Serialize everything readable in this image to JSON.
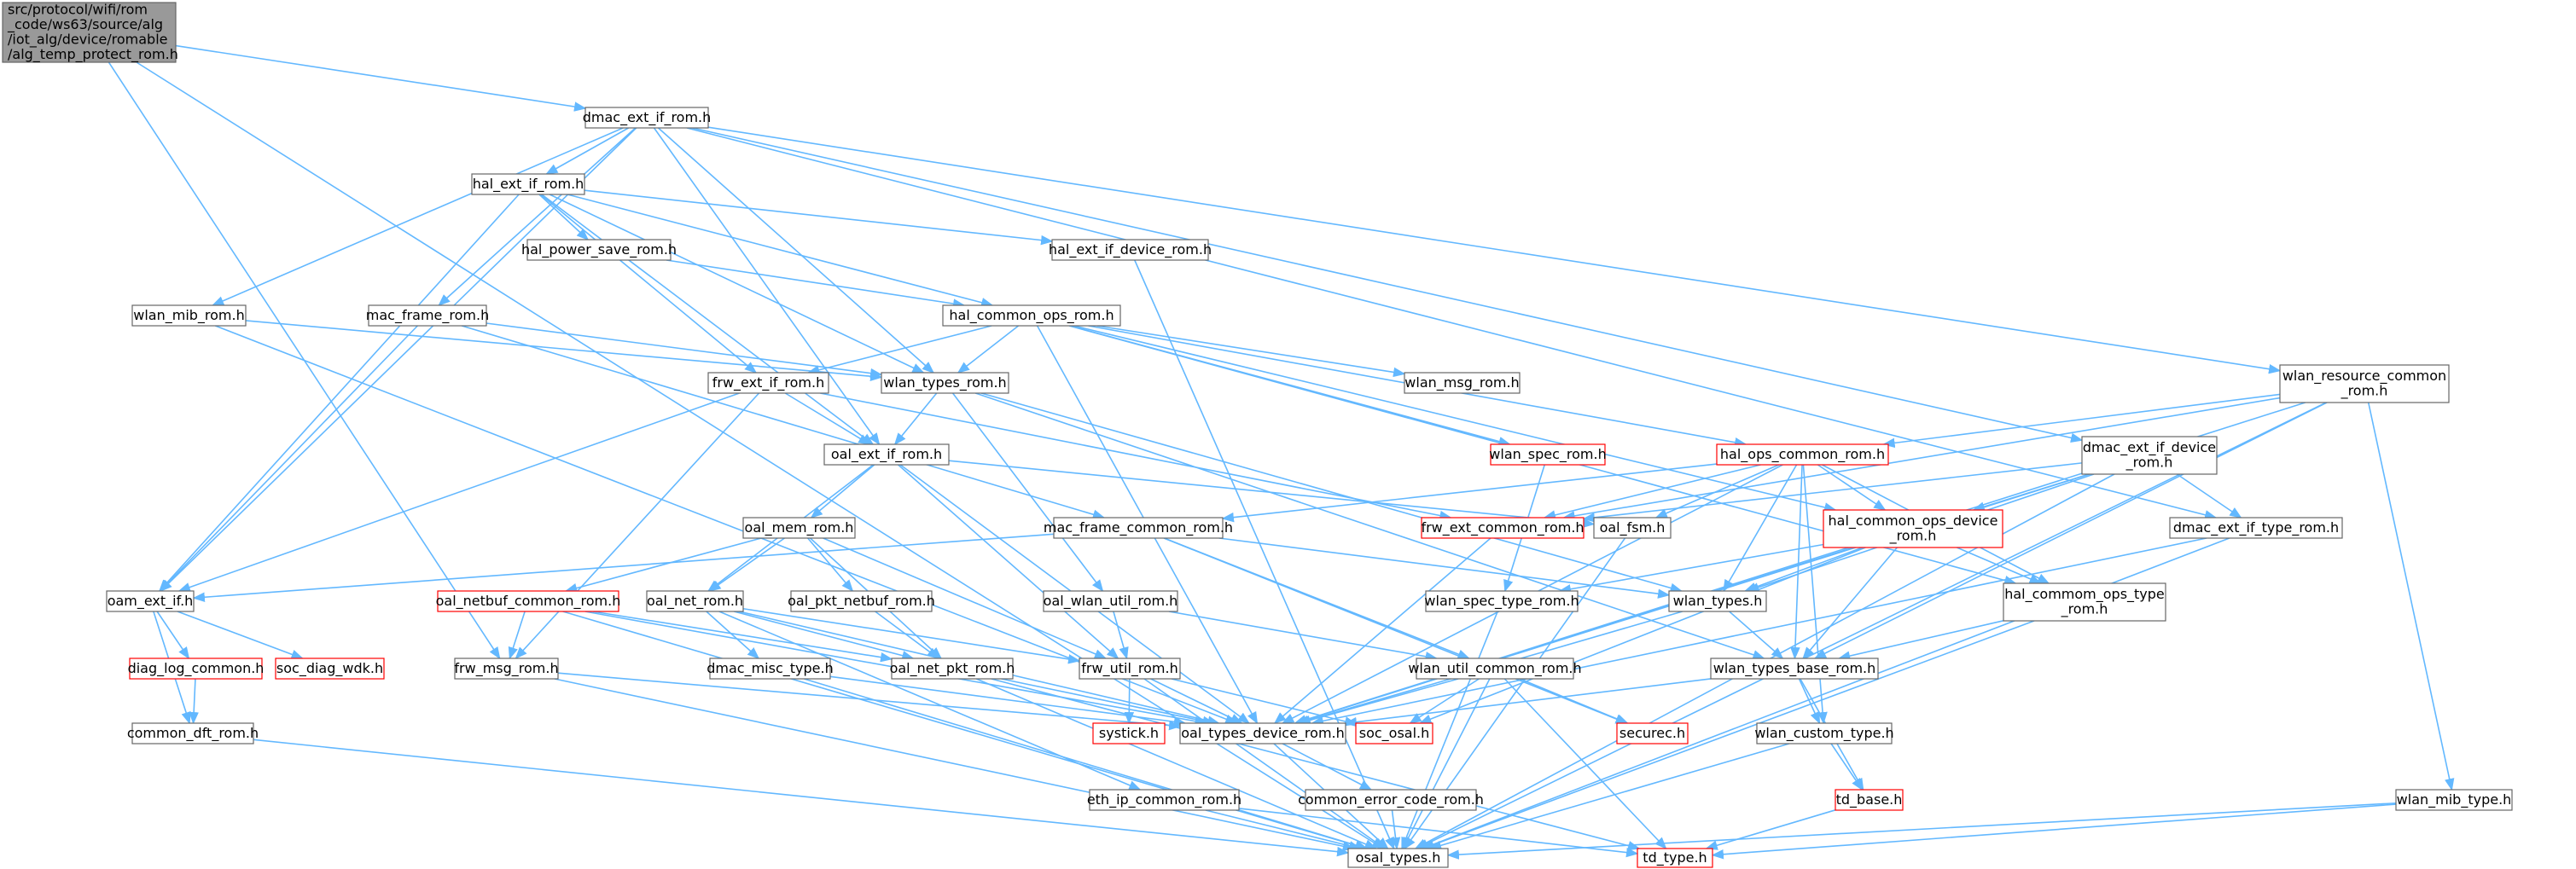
{
  "colors": {
    "edge": "#63b8ff",
    "box_border": "#666666",
    "box_border_truncated": "#ff0000",
    "root_fill": "#999999"
  },
  "nodes": [
    {
      "id": "root",
      "lines": [
        "src/protocol/wifi/rom",
        "_code/ws63/source/alg",
        "/iot_alg/device/romable",
        "/alg_temp_protect_rom.h"
      ],
      "style": "root"
    },
    {
      "id": "dmac_ext_if_rom",
      "lines": [
        "dmac_ext_if_rom.h"
      ]
    },
    {
      "id": "hal_ext_if_rom",
      "lines": [
        "hal_ext_if_rom.h"
      ]
    },
    {
      "id": "hal_power_save_rom",
      "lines": [
        "hal_power_save_rom.h"
      ]
    },
    {
      "id": "hal_ext_if_device_rom",
      "lines": [
        "hal_ext_if_device_rom.h"
      ]
    },
    {
      "id": "wlan_mib_rom",
      "lines": [
        "wlan_mib_rom.h"
      ]
    },
    {
      "id": "mac_frame_rom",
      "lines": [
        "mac_frame_rom.h"
      ]
    },
    {
      "id": "hal_common_ops_rom",
      "lines": [
        "hal_common_ops_rom.h"
      ]
    },
    {
      "id": "frw_ext_if_rom",
      "lines": [
        "frw_ext_if_rom.h"
      ]
    },
    {
      "id": "wlan_types_rom",
      "lines": [
        "wlan_types_rom.h"
      ]
    },
    {
      "id": "wlan_msg_rom",
      "lines": [
        "wlan_msg_rom.h"
      ]
    },
    {
      "id": "wlan_resource_common_rom",
      "lines": [
        "wlan_resource_common",
        "_rom.h"
      ]
    },
    {
      "id": "oal_ext_if_rom",
      "lines": [
        "oal_ext_if_rom.h"
      ]
    },
    {
      "id": "wlan_spec_rom",
      "lines": [
        "wlan_spec_rom.h"
      ],
      "style": "red"
    },
    {
      "id": "hal_ops_common_rom",
      "lines": [
        "hal_ops_common_rom.h"
      ],
      "style": "red"
    },
    {
      "id": "dmac_ext_if_device_rom",
      "lines": [
        "dmac_ext_if_device",
        "_rom.h"
      ]
    },
    {
      "id": "oal_mem_rom",
      "lines": [
        "oal_mem_rom.h"
      ]
    },
    {
      "id": "mac_frame_common_rom",
      "lines": [
        "mac_frame_common_rom.h"
      ]
    },
    {
      "id": "frw_ext_common_rom",
      "lines": [
        "frw_ext_common_rom.h"
      ],
      "style": "red"
    },
    {
      "id": "oal_fsm",
      "lines": [
        "oal_fsm.h"
      ]
    },
    {
      "id": "hal_common_ops_device_rom",
      "lines": [
        "hal_common_ops_device",
        "_rom.h"
      ],
      "style": "red"
    },
    {
      "id": "dmac_ext_if_type_rom",
      "lines": [
        "dmac_ext_if_type_rom.h"
      ]
    },
    {
      "id": "oam_ext_if",
      "lines": [
        "oam_ext_if.h"
      ]
    },
    {
      "id": "oal_netbuf_common_rom",
      "lines": [
        "oal_netbuf_common_rom.h"
      ],
      "style": "red"
    },
    {
      "id": "oal_net_rom",
      "lines": [
        "oal_net_rom.h"
      ]
    },
    {
      "id": "oal_pkt_netbuf_rom",
      "lines": [
        "oal_pkt_netbuf_rom.h"
      ]
    },
    {
      "id": "oal_wlan_util_rom",
      "lines": [
        "oal_wlan_util_rom.h"
      ]
    },
    {
      "id": "wlan_spec_type_rom",
      "lines": [
        "wlan_spec_type_rom.h"
      ]
    },
    {
      "id": "wlan_types",
      "lines": [
        "wlan_types.h"
      ]
    },
    {
      "id": "hal_commom_ops_type_rom",
      "lines": [
        "hal_commom_ops_type",
        "_rom.h"
      ]
    },
    {
      "id": "diag_log_common",
      "lines": [
        "diag_log_common.h"
      ],
      "style": "red"
    },
    {
      "id": "soc_diag_wdk",
      "lines": [
        "soc_diag_wdk.h"
      ],
      "style": "red"
    },
    {
      "id": "frw_msg_rom",
      "lines": [
        "frw_msg_rom.h"
      ]
    },
    {
      "id": "dmac_misc_type",
      "lines": [
        "dmac_misc_type.h"
      ]
    },
    {
      "id": "oal_net_pkt_rom",
      "lines": [
        "oal_net_pkt_rom.h"
      ]
    },
    {
      "id": "frw_util_rom",
      "lines": [
        "frw_util_rom.h"
      ]
    },
    {
      "id": "wlan_util_common_rom",
      "lines": [
        "wlan_util_common_rom.h"
      ]
    },
    {
      "id": "wlan_types_base_rom",
      "lines": [
        "wlan_types_base_rom.h"
      ]
    },
    {
      "id": "common_dft_rom",
      "lines": [
        "common_dft_rom.h"
      ]
    },
    {
      "id": "systick",
      "lines": [
        "systick.h"
      ],
      "style": "red"
    },
    {
      "id": "oal_types_device_rom",
      "lines": [
        "oal_types_device_rom.h"
      ]
    },
    {
      "id": "soc_osal",
      "lines": [
        "soc_osal.h"
      ],
      "style": "red"
    },
    {
      "id": "securec",
      "lines": [
        "securec.h"
      ],
      "style": "red"
    },
    {
      "id": "wlan_custom_type",
      "lines": [
        "wlan_custom_type.h"
      ]
    },
    {
      "id": "eth_ip_common_rom",
      "lines": [
        "eth_ip_common_rom.h"
      ]
    },
    {
      "id": "common_error_code_rom",
      "lines": [
        "common_error_code_rom.h"
      ]
    },
    {
      "id": "td_base",
      "lines": [
        "td_base.h"
      ],
      "style": "red"
    },
    {
      "id": "wlan_mib_type",
      "lines": [
        "wlan_mib_type.h"
      ]
    },
    {
      "id": "osal_types",
      "lines": [
        "osal_types.h"
      ]
    },
    {
      "id": "td_type",
      "lines": [
        "td_type.h"
      ],
      "style": "red"
    }
  ],
  "edges": [
    [
      "root",
      "dmac_ext_if_rom"
    ],
    [
      "root",
      "osal_types"
    ],
    [
      "root",
      "frw_msg_rom"
    ],
    [
      "dmac_ext_if_rom",
      "hal_ext_if_rom"
    ],
    [
      "dmac_ext_if_rom",
      "wlan_mib_rom"
    ],
    [
      "dmac_ext_if_rom",
      "mac_frame_rom"
    ],
    [
      "dmac_ext_if_rom",
      "wlan_types_rom"
    ],
    [
      "dmac_ext_if_rom",
      "oal_ext_if_rom"
    ],
    [
      "dmac_ext_if_rom",
      "dmac_ext_if_device_rom"
    ],
    [
      "dmac_ext_if_rom",
      "dmac_ext_if_type_rom"
    ],
    [
      "dmac_ext_if_rom",
      "wlan_resource_common_rom"
    ],
    [
      "dmac_ext_if_rom",
      "oam_ext_if"
    ],
    [
      "hal_ext_if_rom",
      "hal_power_save_rom"
    ],
    [
      "hal_ext_if_rom",
      "hal_ext_if_device_rom"
    ],
    [
      "hal_ext_if_rom",
      "hal_common_ops_rom"
    ],
    [
      "hal_ext_if_rom",
      "frw_ext_if_rom"
    ],
    [
      "hal_ext_if_rom",
      "wlan_types_rom"
    ],
    [
      "hal_ext_if_rom",
      "oal_ext_if_rom"
    ],
    [
      "hal_ext_if_rom",
      "oam_ext_if"
    ],
    [
      "hal_power_save_rom",
      "hal_common_ops_rom"
    ],
    [
      "hal_ext_if_device_rom",
      "osal_types"
    ],
    [
      "wlan_mib_rom",
      "wlan_types_rom"
    ],
    [
      "wlan_mib_rom",
      "oal_types_device_rom"
    ],
    [
      "mac_frame_rom",
      "wlan_types_rom"
    ],
    [
      "mac_frame_rom",
      "mac_frame_common_rom"
    ],
    [
      "mac_frame_rom",
      "oam_ext_if"
    ],
    [
      "hal_common_ops_rom",
      "frw_ext_if_rom"
    ],
    [
      "hal_common_ops_rom",
      "wlan_types_rom"
    ],
    [
      "hal_common_ops_rom",
      "wlan_msg_rom"
    ],
    [
      "hal_common_ops_rom",
      "wlan_spec_rom"
    ],
    [
      "hal_common_ops_rom",
      "hal_ops_common_rom"
    ],
    [
      "hal_common_ops_rom",
      "hal_common_ops_device_rom"
    ],
    [
      "hal_common_ops_rom",
      "hal_commom_ops_type_rom"
    ],
    [
      "hal_common_ops_rom",
      "oal_types_device_rom"
    ],
    [
      "frw_ext_if_rom",
      "oal_ext_if_rom"
    ],
    [
      "frw_ext_if_rom",
      "frw_ext_common_rom"
    ],
    [
      "frw_ext_if_rom",
      "oam_ext_if"
    ],
    [
      "frw_ext_if_rom",
      "frw_msg_rom"
    ],
    [
      "wlan_types_rom",
      "oal_ext_if_rom"
    ],
    [
      "wlan_types_rom",
      "wlan_types"
    ],
    [
      "wlan_types_rom",
      "oal_wlan_util_rom"
    ],
    [
      "wlan_types_rom",
      "wlan_types_base_rom"
    ],
    [
      "wlan_resource_common_rom",
      "hal_ops_common_rom"
    ],
    [
      "wlan_resource_common_rom",
      "frw_ext_common_rom"
    ],
    [
      "wlan_resource_common_rom",
      "wlan_types_base_rom"
    ],
    [
      "wlan_resource_common_rom",
      "wlan_mib_type"
    ],
    [
      "wlan_resource_common_rom",
      "oal_types_device_rom"
    ],
    [
      "wlan_resource_common_rom",
      "osal_types"
    ],
    [
      "oal_ext_if_rom",
      "oal_mem_rom"
    ],
    [
      "oal_ext_if_rom",
      "oal_fsm"
    ],
    [
      "oal_ext_if_rom",
      "oal_net_rom"
    ],
    [
      "oal_ext_if_rom",
      "frw_util_rom"
    ],
    [
      "oal_ext_if_rom",
      "oal_types_device_rom"
    ],
    [
      "wlan_spec_rom",
      "wlan_spec_type_rom"
    ],
    [
      "hal_ops_common_rom",
      "frw_ext_common_rom"
    ],
    [
      "hal_ops_common_rom",
      "oal_fsm"
    ],
    [
      "hal_ops_common_rom",
      "hal_common_ops_device_rom"
    ],
    [
      "hal_ops_common_rom",
      "wlan_types"
    ],
    [
      "hal_ops_common_rom",
      "hal_commom_ops_type_rom"
    ],
    [
      "hal_ops_common_rom",
      "wlan_custom_type"
    ],
    [
      "hal_ops_common_rom",
      "mac_frame_common_rom"
    ],
    [
      "hal_ops_common_rom",
      "oal_types_device_rom"
    ],
    [
      "hal_ops_common_rom",
      "wlan_types_base_rom"
    ],
    [
      "dmac_ext_if_device_rom",
      "hal_common_ops_device_rom"
    ],
    [
      "dmac_ext_if_device_rom",
      "dmac_ext_if_type_rom"
    ],
    [
      "dmac_ext_if_device_rom",
      "wlan_types"
    ],
    [
      "dmac_ext_if_device_rom",
      "oal_types_device_rom"
    ],
    [
      "dmac_ext_if_device_rom",
      "osal_types"
    ],
    [
      "dmac_ext_if_device_rom",
      "frw_ext_common_rom"
    ],
    [
      "oal_mem_rom",
      "oal_netbuf_common_rom"
    ],
    [
      "oal_mem_rom",
      "oal_net_rom"
    ],
    [
      "oal_mem_rom",
      "oal_pkt_netbuf_rom"
    ],
    [
      "oal_mem_rom",
      "frw_util_rom"
    ],
    [
      "oal_mem_rom",
      "oal_net_pkt_rom"
    ],
    [
      "mac_frame_common_rom",
      "oam_ext_if"
    ],
    [
      "mac_frame_common_rom",
      "wlan_types"
    ],
    [
      "mac_frame_common_rom",
      "wlan_util_common_rom"
    ],
    [
      "mac_frame_common_rom",
      "securec"
    ],
    [
      "frw_ext_common_rom",
      "oal_types_device_rom"
    ],
    [
      "oal_fsm",
      "osal_types"
    ],
    [
      "hal_common_ops_device_rom",
      "wlan_types"
    ],
    [
      "hal_common_ops_device_rom",
      "hal_commom_ops_type_rom"
    ],
    [
      "hal_common_ops_device_rom",
      "wlan_types_base_rom"
    ],
    [
      "hal_common_ops_device_rom",
      "wlan_spec_type_rom"
    ],
    [
      "hal_common_ops_device_rom",
      "oal_types_device_rom"
    ],
    [
      "hal_common_ops_device_rom",
      "soc_osal"
    ],
    [
      "dmac_ext_if_type_rom",
      "osal_types"
    ],
    [
      "dmac_ext_if_type_rom",
      "oal_types_device_rom"
    ],
    [
      "oam_ext_if",
      "diag_log_common"
    ],
    [
      "oam_ext_if",
      "soc_diag_wdk"
    ],
    [
      "oam_ext_if",
      "common_dft_rom"
    ],
    [
      "oal_netbuf_common_rom",
      "frw_msg_rom"
    ],
    [
      "oal_netbuf_common_rom",
      "oal_net_pkt_rom"
    ],
    [
      "oal_netbuf_common_rom",
      "oal_types_device_rom"
    ],
    [
      "oal_netbuf_common_rom",
      "osal_types"
    ],
    [
      "oal_net_rom",
      "dmac_misc_type"
    ],
    [
      "oal_net_rom",
      "oal_net_pkt_rom"
    ],
    [
      "oal_net_rom",
      "frw_util_rom"
    ],
    [
      "oal_net_rom",
      "eth_ip_common_rom"
    ],
    [
      "oal_net_rom",
      "oal_types_device_rom"
    ],
    [
      "oal_pkt_netbuf_rom",
      "oal_net_pkt_rom"
    ],
    [
      "oal_wlan_util_rom",
      "frw_util_rom"
    ],
    [
      "oal_wlan_util_rom",
      "wlan_util_common_rom"
    ],
    [
      "wlan_spec_type_rom",
      "osal_types"
    ],
    [
      "wlan_types",
      "wlan_types_base_rom"
    ],
    [
      "wlan_types",
      "oal_types_device_rom"
    ],
    [
      "hal_commom_ops_type_rom",
      "wlan_types_base_rom"
    ],
    [
      "hal_commom_ops_type_rom",
      "osal_types"
    ],
    [
      "diag_log_common",
      "common_dft_rom"
    ],
    [
      "frw_msg_rom",
      "oal_types_device_rom"
    ],
    [
      "frw_msg_rom",
      "osal_types"
    ],
    [
      "dmac_misc_type",
      "oal_types_device_rom"
    ],
    [
      "dmac_misc_type",
      "osal_types"
    ],
    [
      "oal_net_pkt_rom",
      "oal_types_device_rom"
    ],
    [
      "oal_net_pkt_rom",
      "osal_types"
    ],
    [
      "oal_net_pkt_rom",
      "td_type"
    ],
    [
      "frw_util_rom",
      "systick"
    ],
    [
      "frw_util_rom",
      "oal_types_device_rom"
    ],
    [
      "frw_util_rom",
      "soc_osal"
    ],
    [
      "frw_util_rom",
      "osal_types"
    ],
    [
      "wlan_util_common_rom",
      "oal_types_device_rom"
    ],
    [
      "wlan_util_common_rom",
      "soc_osal"
    ],
    [
      "wlan_util_common_rom",
      "securec"
    ],
    [
      "wlan_util_common_rom",
      "osal_types"
    ],
    [
      "wlan_util_common_rom",
      "td_type"
    ],
    [
      "wlan_types_base_rom",
      "wlan_custom_type"
    ],
    [
      "wlan_types_base_rom",
      "td_base"
    ],
    [
      "wlan_types_base_rom",
      "oal_types_device_rom"
    ],
    [
      "common_dft_rom",
      "osal_types"
    ],
    [
      "oal_types_device_rom",
      "common_error_code_rom"
    ],
    [
      "oal_types_device_rom",
      "osal_types"
    ],
    [
      "wlan_custom_type",
      "td_base"
    ],
    [
      "wlan_custom_type",
      "osal_types"
    ],
    [
      "eth_ip_common_rom",
      "osal_types"
    ],
    [
      "eth_ip_common_rom",
      "td_type"
    ],
    [
      "common_error_code_rom",
      "osal_types"
    ],
    [
      "td_base",
      "td_type"
    ],
    [
      "wlan_mib_type",
      "osal_types"
    ],
    [
      "wlan_mib_type",
      "td_type"
    ]
  ]
}
